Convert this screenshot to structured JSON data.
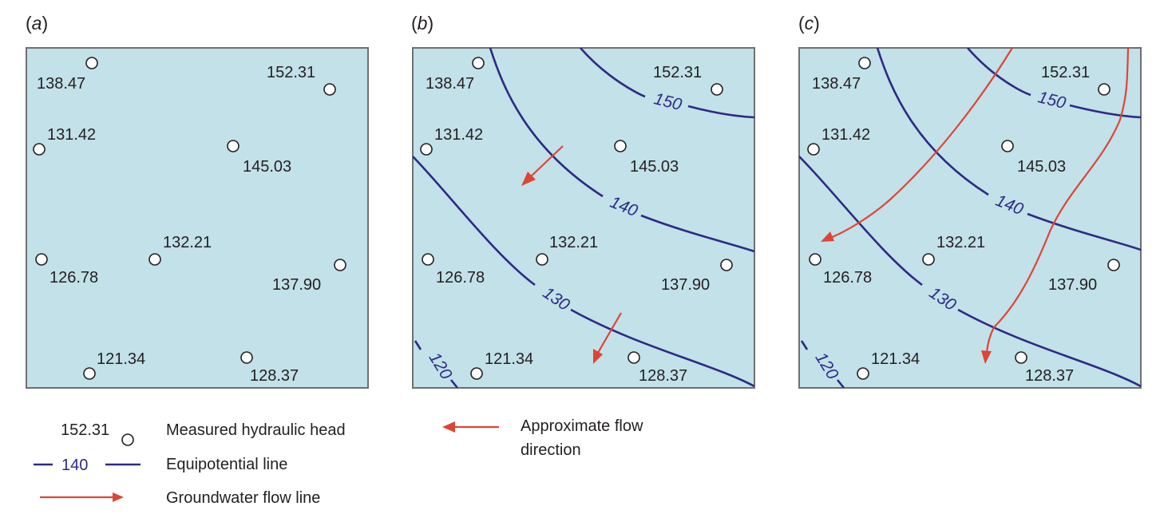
{
  "panels": [
    {
      "label_open": "(",
      "label_letter": "a",
      "label_close": ")",
      "wells": [
        "138.47",
        "152.31",
        "131.42",
        "145.03",
        "132.21",
        "126.78",
        "137.90",
        "121.34",
        "128.37"
      ],
      "contours": []
    },
    {
      "label_open": "(",
      "label_letter": "b",
      "label_close": ")",
      "wells": [
        "138.47",
        "152.31",
        "131.42",
        "145.03",
        "132.21",
        "126.78",
        "137.90",
        "121.34",
        "128.37"
      ],
      "contours": [
        "150",
        "140",
        "130",
        "120"
      ]
    },
    {
      "label_open": "(",
      "label_letter": "c",
      "label_close": ")",
      "wells": [
        "138.47",
        "152.31",
        "131.42",
        "145.03",
        "132.21",
        "126.78",
        "137.90",
        "121.34",
        "128.37"
      ],
      "contours": [
        "150",
        "140",
        "130",
        "120"
      ]
    }
  ],
  "legend": {
    "head_sample_value": "152.31",
    "head_label": "Measured hydraulic head",
    "equi_sample_value": "140",
    "equi_label": "Equipotential line",
    "flowline_label": "Groundwater flow line",
    "flowdir_label_line1": "Approximate flow",
    "flowdir_label_line2": "direction"
  },
  "colors": {
    "panel_fill": "#c2e1e9",
    "equipotential": "#2e2a83",
    "flow": "#de4534"
  }
}
